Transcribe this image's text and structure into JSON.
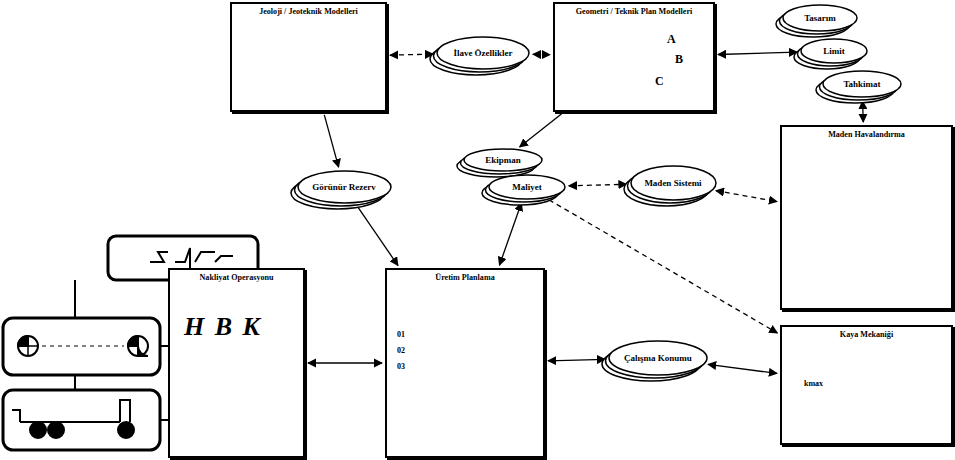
{
  "diagram": {
    "nodes": [
      {
        "text": [
          "Jeoloji / Jeoteknik Modelleri"
        ]
      },
      {
        "text": [
          "İlave Özellikler"
        ]
      },
      {
        "text": [
          "Geometri / Teknik Plan Modelleri",
          "A",
          "B",
          "C"
        ]
      },
      {
        "text": [
          "Tasarım"
        ]
      },
      {
        "text": [
          "Limit"
        ]
      },
      {
        "text": [
          "Tahkimat"
        ]
      },
      {
        "text": [
          "Görünür Rezerv"
        ]
      },
      {
        "text": [
          "Ekipman"
        ]
      },
      {
        "text": [
          "Maliyet"
        ]
      },
      {
        "text": [
          "Maden Sistemi"
        ]
      },
      {
        "text": [
          "Maden Havalandırma"
        ]
      },
      {
        "text": [
          "Nakliyat Operasyonu",
          "H B K"
        ]
      },
      {
        "text": [
          "Üretim Planlama",
          "01",
          "02",
          "03"
        ]
      },
      {
        "text": [
          "Çalışma Konumu"
        ]
      },
      {
        "text": [
          "Kaya Mekaniği",
          "kmax"
        ]
      }
    ],
    "edges": [
      {
        "from": 0,
        "to": 1,
        "arrow": "both"
      },
      {
        "from": 1,
        "to": 2,
        "arrow": "both"
      },
      {
        "from": 2,
        "to": 4,
        "arrow": "both"
      },
      {
        "from": 5,
        "to": 10,
        "arrow": "both"
      },
      {
        "from": 0,
        "to": 6,
        "arrow": "to"
      },
      {
        "from": 2,
        "to": 7,
        "arrow": "to"
      },
      {
        "from": 6,
        "to": 12,
        "arrow": "to"
      },
      {
        "from": 8,
        "to": 12,
        "arrow": "both"
      },
      {
        "from": 8,
        "to": 9,
        "arrow": "both"
      },
      {
        "from": 9,
        "to": 10,
        "arrow": "both"
      },
      {
        "from": 11,
        "to": 12,
        "arrow": "both"
      },
      {
        "from": 12,
        "to": 13,
        "arrow": "both"
      },
      {
        "from": 13,
        "to": 14,
        "arrow": "both"
      },
      {
        "from": 8,
        "to": 14,
        "arrow": "to"
      }
    ]
  }
}
